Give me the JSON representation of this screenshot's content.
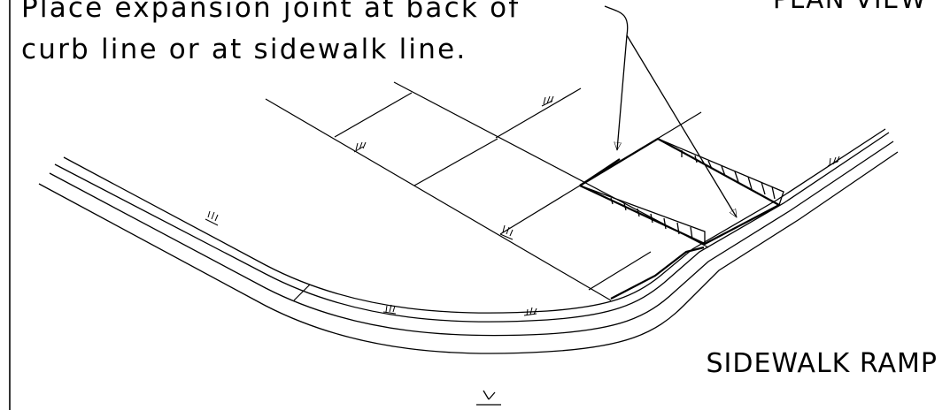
{
  "note": {
    "line1": "Place expansion joint at back of",
    "line2": "curb line or at sidewalk line."
  },
  "view_title": "PLAN VIEW",
  "drawing_title": "SIDEWALK RAMP"
}
